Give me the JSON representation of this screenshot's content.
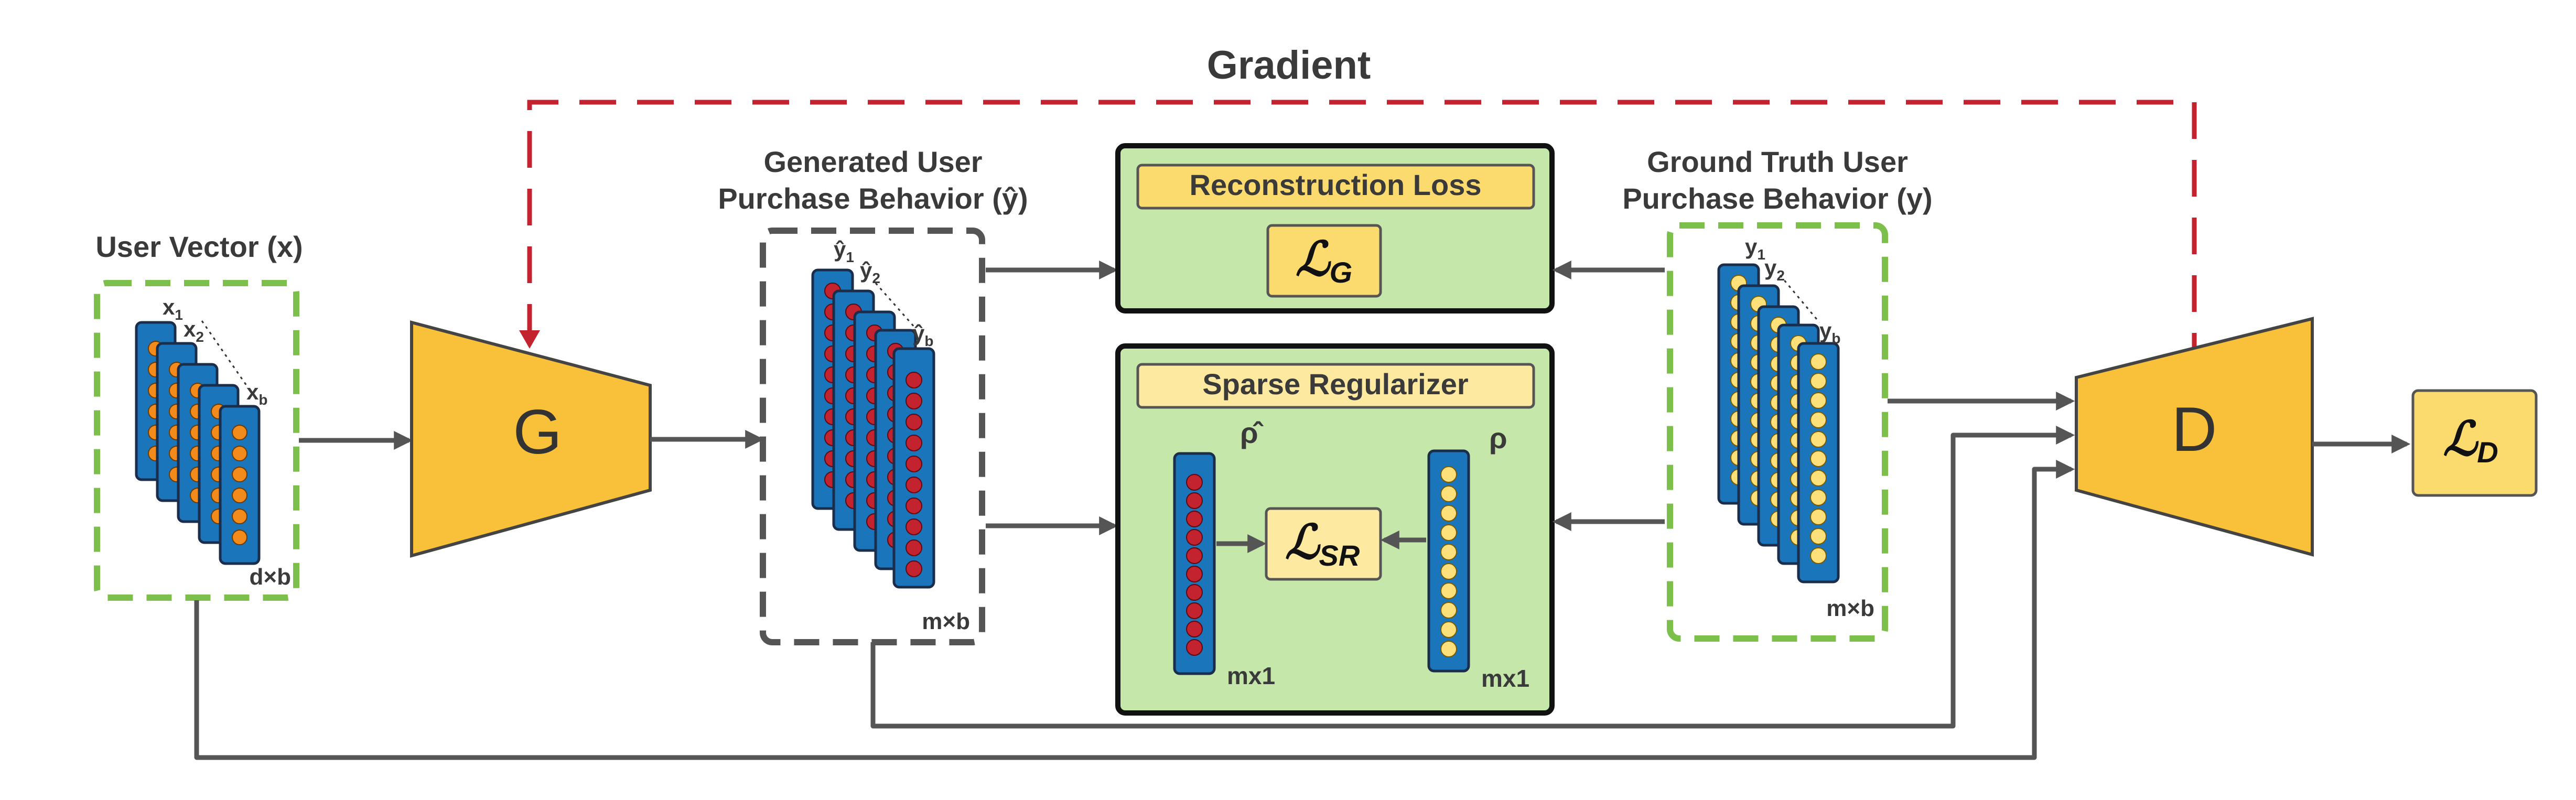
{
  "title": "Gradient",
  "colors": {
    "gradient_line": "#c3222f",
    "generator_fill": "#f9c13a",
    "panel_green": "#c5e8aa",
    "dashed_green": "#7cbf4a",
    "dashed_grey": "#555555",
    "vector_blue": "#1b75bb",
    "dot_orange": "#f28b1c",
    "dot_red": "#c3222f",
    "dot_yellow": "#fde07a",
    "loss_box": "#fcdb6e"
  },
  "user_vector": {
    "label": "User Vector (x)",
    "items": [
      "x",
      "x",
      "x"
    ],
    "subs": [
      "1",
      "2",
      "b"
    ],
    "dims": "d×b"
  },
  "generator": {
    "label": "G"
  },
  "generated": {
    "label_line1": "Generated User",
    "label_line2": "Purchase Behavior (ŷ)",
    "items": [
      "ŷ",
      "ŷ",
      "ŷ"
    ],
    "subs": [
      "1",
      "2",
      "b"
    ],
    "dims": "m×b"
  },
  "reconstruction": {
    "title": "Reconstruction Loss",
    "loss_symbol": "ℒ",
    "loss_sub": "G"
  },
  "sparse": {
    "title": "Sparse Regularizer",
    "rho_hat": "ρ̂",
    "rho": "ρ",
    "loss_symbol": "ℒ",
    "loss_sub": "SR",
    "dim_left": "mx1",
    "dim_right": "mx1"
  },
  "ground_truth": {
    "label_line1": "Ground Truth User",
    "label_line2": "Purchase Behavior (y)",
    "items": [
      "y",
      "y",
      "y"
    ],
    "subs": [
      "1",
      "2",
      "b"
    ],
    "dims": "m×b"
  },
  "discriminator": {
    "label": "D"
  },
  "loss_d": {
    "loss_symbol": "ℒ",
    "loss_sub": "D"
  },
  "icons": [
    "arrow-icon"
  ]
}
